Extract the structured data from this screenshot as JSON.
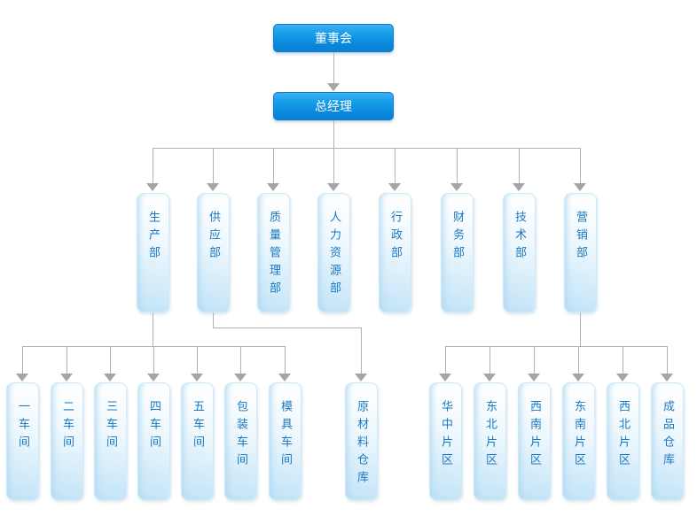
{
  "org": {
    "root": {
      "label": "董事会"
    },
    "general_manager": {
      "label": "总经理"
    },
    "departments": [
      {
        "label": "生产部"
      },
      {
        "label": "供应部"
      },
      {
        "label": "质量管理部"
      },
      {
        "label": "人力资源部"
      },
      {
        "label": "行政部"
      },
      {
        "label": "财务部"
      },
      {
        "label": "技术部"
      },
      {
        "label": "营销部"
      }
    ],
    "production_units": [
      {
        "label": "一车间"
      },
      {
        "label": "二车间"
      },
      {
        "label": "三车间"
      },
      {
        "label": "四车间"
      },
      {
        "label": "五车间"
      },
      {
        "label": "包装车间"
      },
      {
        "label": "模具车间"
      }
    ],
    "supply_units": [
      {
        "label": "原材料仓库"
      }
    ],
    "marketing_units": [
      {
        "label": "华中片区"
      },
      {
        "label": "东北片区"
      },
      {
        "label": "西南片区"
      },
      {
        "label": "东南片区"
      },
      {
        "label": "西北片区"
      },
      {
        "label": "成品仓库"
      }
    ]
  },
  "colors": {
    "primary_node_top": "#3fb0f2",
    "primary_node_bottom": "#0b80d2",
    "primary_node_text": "#ffffff",
    "secondary_node_fill": "#c1e3f7",
    "secondary_node_border": "#cfe9f8",
    "secondary_node_text": "#1a78c2",
    "connector_line": "#b2b2b2",
    "connector_arrow": "#a5a5a5",
    "background": "#ffffff"
  }
}
